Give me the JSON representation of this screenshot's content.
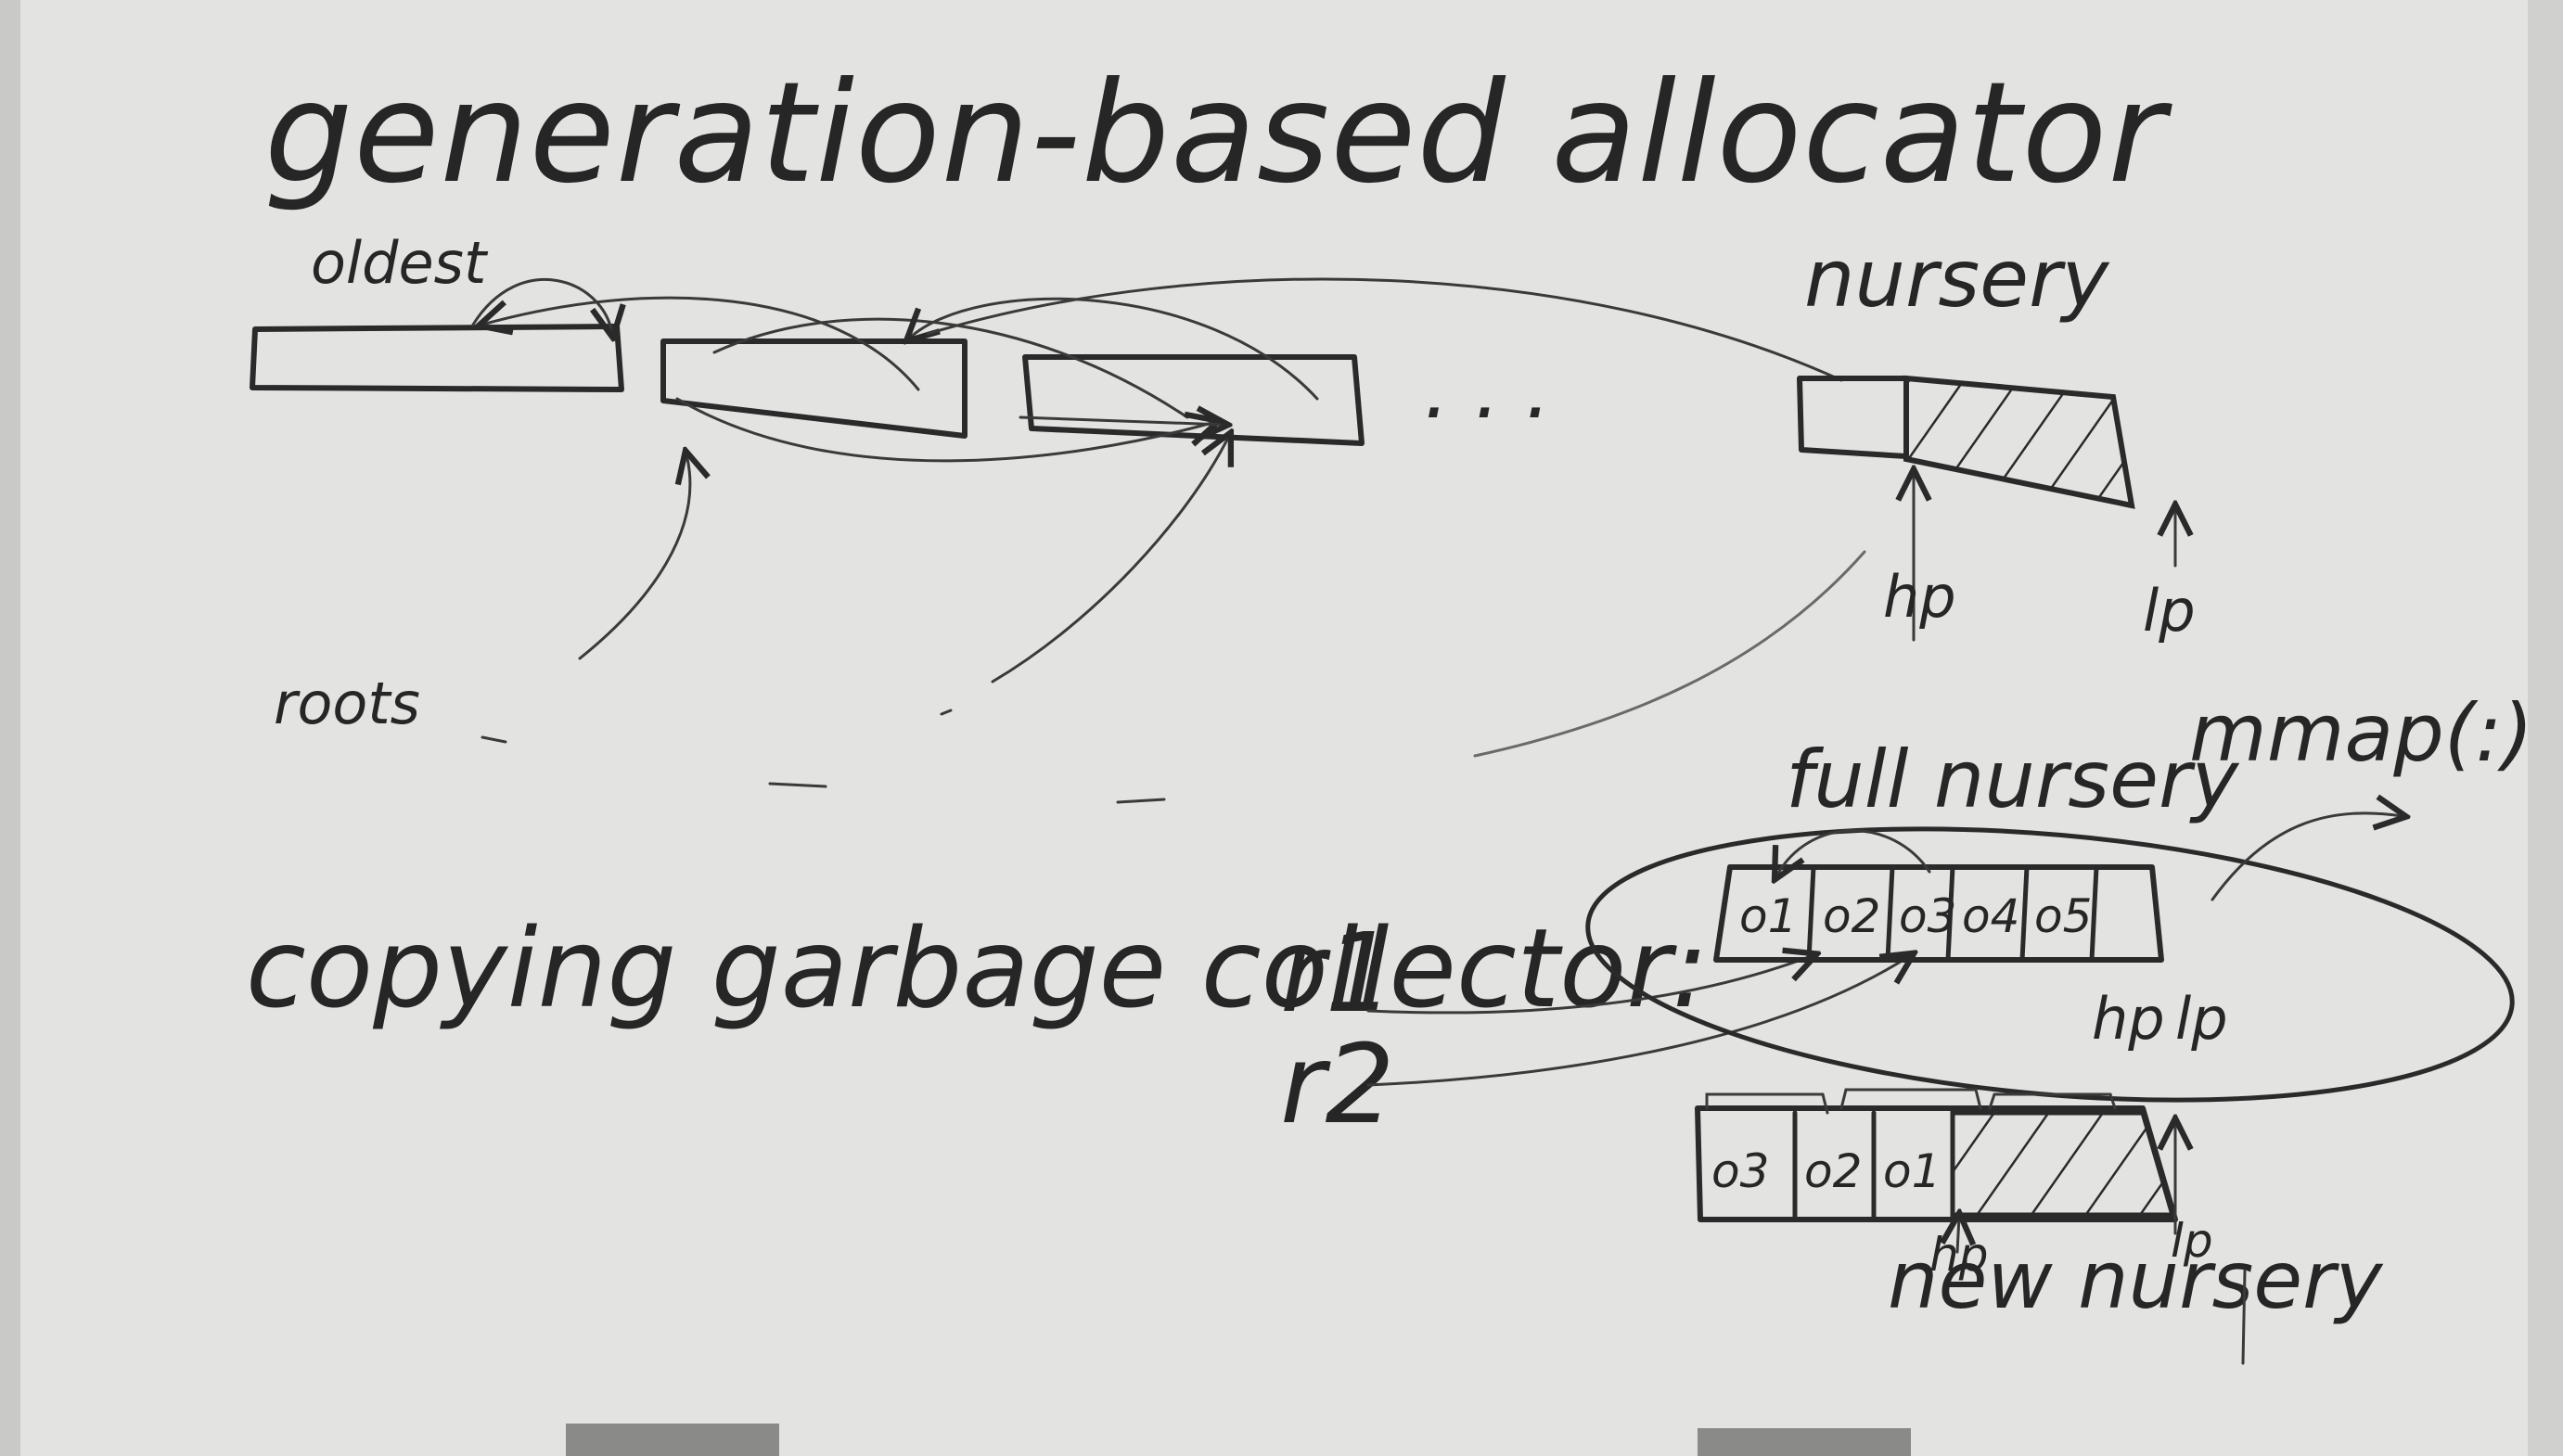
{
  "title": "generation-based allocator",
  "top_diagram": {
    "oldest_label": "oldest",
    "nursery_label": "nursery",
    "ellipsis": ". . .",
    "hp_label": "hp",
    "lp_label": "lp",
    "roots_label": "roots"
  },
  "bottom_diagram": {
    "title": "copying garbage collector:",
    "r1_label": "r1",
    "r2_label": "r2",
    "full_nursery_label": "full nursery",
    "mmap_label": "mmap(:)",
    "full_cells": [
      "o1",
      "o2",
      "o3",
      "o4",
      "o5"
    ],
    "full_hp_label": "hp",
    "full_lp_label": "lp",
    "new_cells": [
      "o3",
      "o2",
      "o1"
    ],
    "new_nursery_label": "new nursery",
    "new_hp_label": "hp",
    "new_lp_label": "lp"
  },
  "colors": {
    "board": "#e3e3e1",
    "ink": "#2a2a2a"
  }
}
